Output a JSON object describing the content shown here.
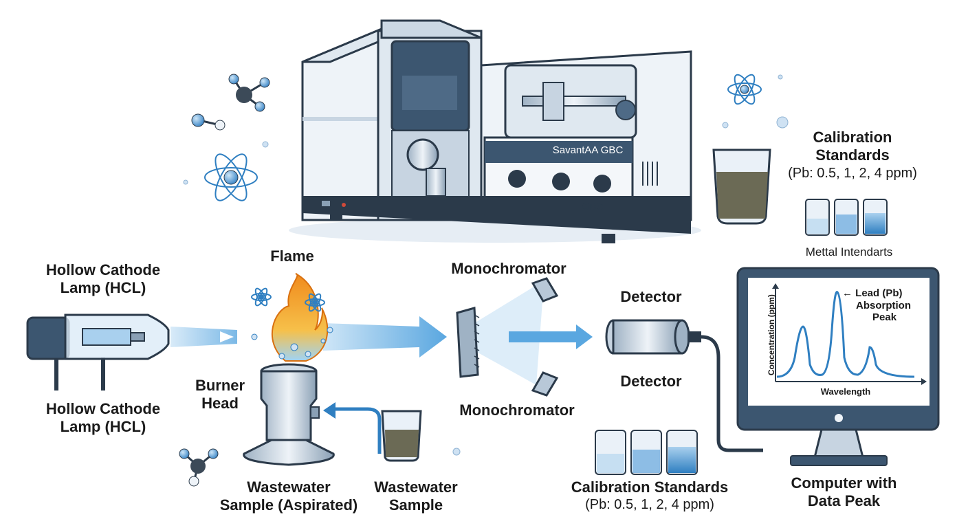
{
  "instrument": {
    "brand_plate": "SavantAA GBC",
    "logo_text": "GBC"
  },
  "labels": {
    "hcl_top": [
      "Hollow Cathode",
      "Lamp (HCL)"
    ],
    "hcl_bottom": [
      "Hollow Cathode",
      "Lamp (HCL)"
    ],
    "flame": "Flame",
    "burner_head": [
      "Burner",
      "Head"
    ],
    "wastewater_aspirated": [
      "Wastewater",
      "Sample (Aspirated)"
    ],
    "wastewater_sample": [
      "Wastewater",
      "Sample"
    ],
    "monochromator_top": "Monochromator",
    "monochromator_bottom": "Monochromator",
    "detector_top": "Detector",
    "detector_bottom": "Detector",
    "calibration_top_title": [
      "Calibration",
      "Standards"
    ],
    "calibration_top_detail": "(Pb: 0.5, 1, 2, 4 ppm)",
    "metal_standards": "Mettal Intendarts",
    "calibration_bottom_title": "Calibration Standards",
    "calibration_bottom_detail": "(Pb: 0.5, 1, 2, 4 ppm)",
    "computer": [
      "Computer with",
      "Data Peak"
    ]
  },
  "screen_chart": {
    "ylabel": "Concentration (ppm)",
    "xlabel": "Wavelength",
    "annotation": [
      "← Lead (Pb)",
      "Absorption",
      "Peak"
    ]
  },
  "colors": {
    "outline": "#2b3a4a",
    "accent_blue": "#2f7fc1",
    "beam": "#5aa7e0",
    "flame_orange": "#f08a1c",
    "sample_brown": "#6b6a55",
    "panel_light": "#eef3f8",
    "panel_dark": "#3c5670"
  },
  "icons": [
    "molecule-icon",
    "atom-icon",
    "arrow-icon",
    "beaker-icon"
  ]
}
